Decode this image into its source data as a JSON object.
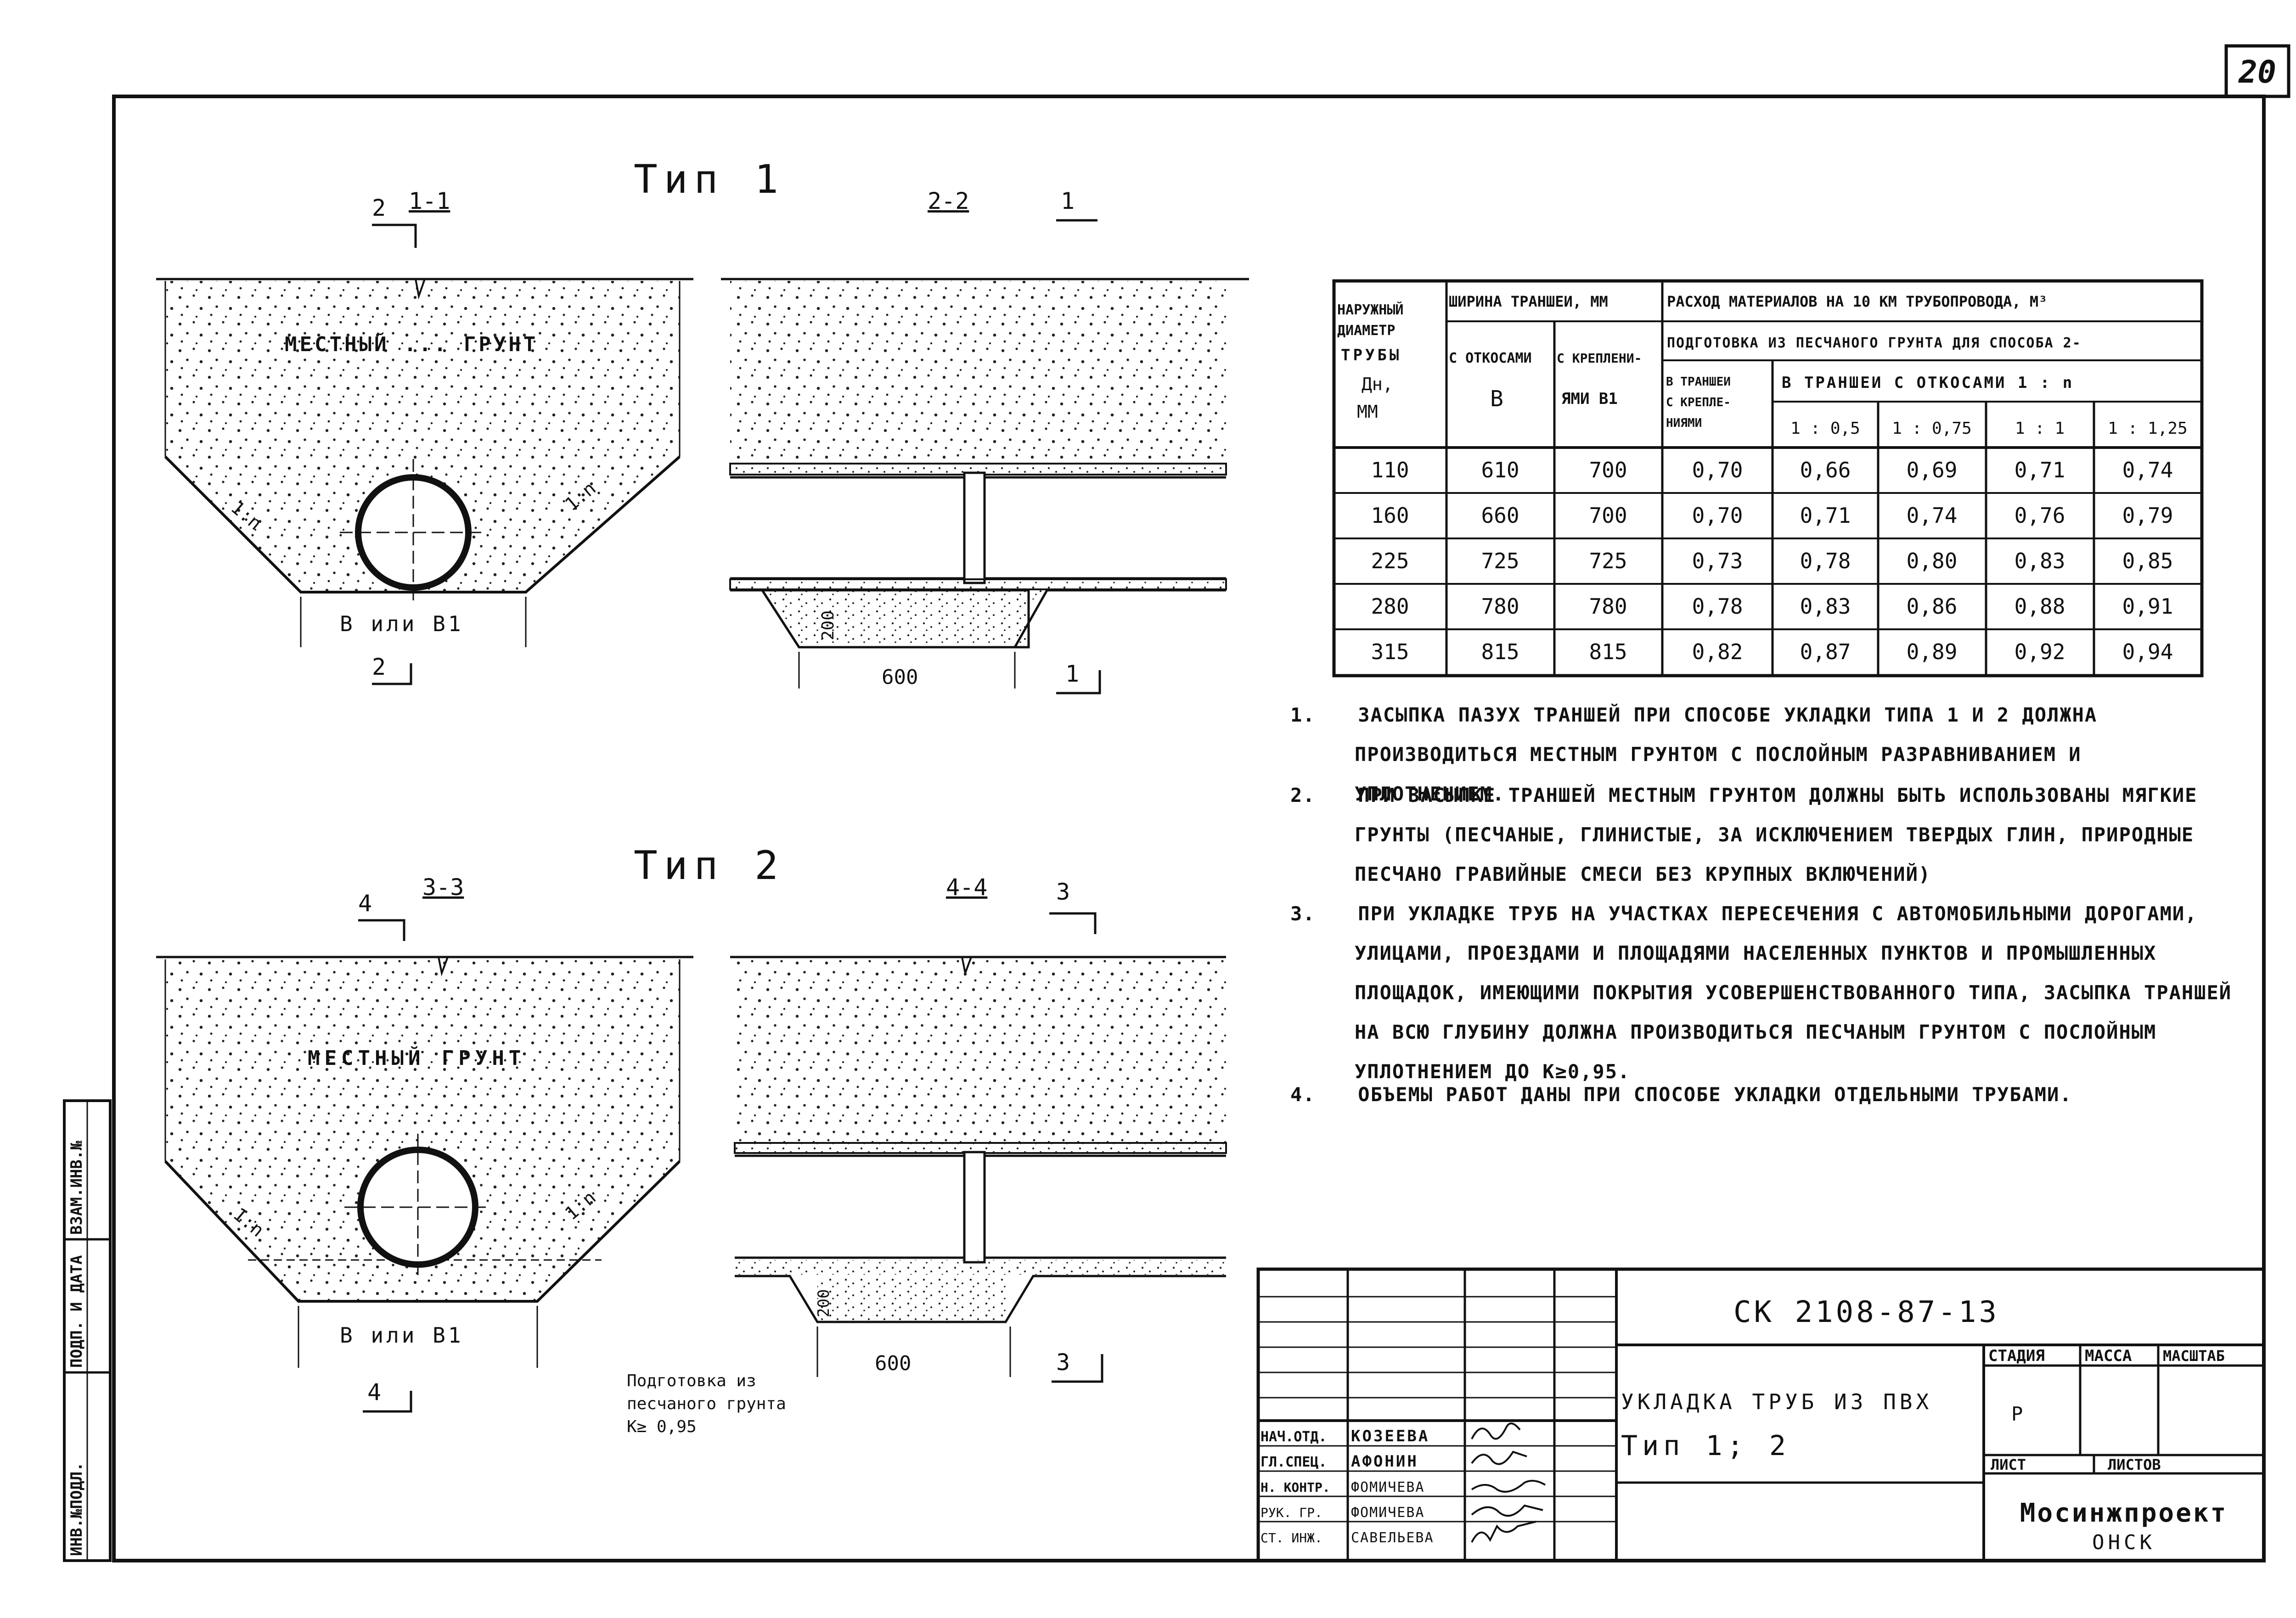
{
  "page_number": "20",
  "type1": {
    "title": "Тип 1",
    "sec11_label": "1-1",
    "sec22_label": "2-2",
    "mark_2": "2",
    "mark_1": "1",
    "soil_label": "МЕСТНЫЙ ... ГРУНТ",
    "slope_left": "1:n",
    "slope_right": "1:n",
    "width_label": "В или В1",
    "dim_200": "200",
    "dim_600": "600"
  },
  "type2": {
    "title": "Тип 2",
    "sec33_label": "3-3",
    "sec44_label": "4-4",
    "mark_4": "4",
    "mark_3": "3",
    "soil_label": "МЕСТНЫЙ ГРУНТ",
    "slope_left": "1:n",
    "slope_right": "1:n",
    "width_label": "В или В1",
    "dim_200": "200",
    "dim_600": "600",
    "prep_note_1": "Подготовка из",
    "prep_note_2": "песчаного грунта",
    "prep_note_3": "К≥ 0,95"
  },
  "table": {
    "h_diam": [
      "НАРУЖНЫЙ",
      "ДИАМЕТР",
      "ТРУБЫ",
      "Дн,",
      "ММ"
    ],
    "h_width": "ШИРИНА ТРАНШЕИ, ММ",
    "h_consumption": "РАСХОД МАТЕРИАЛОВ НА 10 КМ ТРУБОПРОВОДА, М³",
    "h_prep": "ПОДГОТОВКА ИЗ ПЕСЧАНОГО ГРУНТА ДЛЯ СПОСОБА 2-",
    "h_slopes": [
      "С ОТКОСАМИ",
      "В"
    ],
    "h_supports": [
      "С КРЕПЛЕНИ-",
      "ЯМИ В1"
    ],
    "h_trench_sup": [
      "В ТРАНШЕИ",
      "С КРЕПЛЕ-",
      "НИЯМИ"
    ],
    "h_trench_slopes": "В ТРАНШЕИ С ОТКОСАМИ 1 : n",
    "h_ratios": [
      "1 : 0,5",
      "1 : 0,75",
      "1 : 1",
      "1 : 1,25"
    ],
    "rows": [
      [
        "110",
        "610",
        "700",
        "0,70",
        "0,66",
        "0,69",
        "0,71",
        "0,74"
      ],
      [
        "160",
        "660",
        "700",
        "0,70",
        "0,71",
        "0,74",
        "0,76",
        "0,79"
      ],
      [
        "225",
        "725",
        "725",
        "0,73",
        "0,78",
        "0,80",
        "0,83",
        "0,85"
      ],
      [
        "280",
        "780",
        "780",
        "0,78",
        "0,83",
        "0,86",
        "0,88",
        "0,91"
      ],
      [
        "315",
        "815",
        "815",
        "0,82",
        "0,87",
        "0,89",
        "0,92",
        "0,94"
      ]
    ]
  },
  "notes": [
    {
      "num": "1.",
      "text": "Засыпка пазух траншей при способе укладки типа 1 и 2 должна производиться местным грунтом с послойным разравниванием и уплотнением."
    },
    {
      "num": "2.",
      "text": "При засыпке траншей местным грунтом должны быть использованы мягкие грунты (песчаные, глинистые, за исключением твердых глин, природные песчано гравийные смеси без крупных включений)"
    },
    {
      "num": "3.",
      "text": "При укладке труб на участках пересечения с автомобильными дорогами, улицами, проездами и площадями населенных пунктов и промышленных площадок, имеющими покрытия усовершенствованного типа, засыпка траншей на всю глубину должна производиться песчаным грунтом с послойным уплотнением до К≥0,95."
    },
    {
      "num": "4.",
      "text": "Объемы работ даны при способе укладки отдельными трубами."
    }
  ],
  "title_block": {
    "doc_code": "СК 2108-87-13",
    "description_1": "УКЛАДКА ТРУБ ИЗ ПВХ",
    "description_2": "Тип 1; 2",
    "stage_h": "СТАДИЯ",
    "mass_h": "МАССА",
    "scale_h": "МАСШТАБ",
    "stage": "Р",
    "sheet_h": "ЛИСТ",
    "sheets_h": "ЛИСТОВ",
    "org_1": "Мосинжпроект",
    "org_2": "ОНСК",
    "roles": [
      {
        "role": "НАЧ.ОТД.",
        "name": "КОЗЕЕВА"
      },
      {
        "role": "ГЛ.СПЕЦ.",
        "name": "АФОНИН"
      },
      {
        "role": "Н. КОНТР.",
        "name": "ФОМИЧЕВА"
      },
      {
        "role": "РУК. ГР.",
        "name": "ФОМИЧЕВА"
      },
      {
        "role": "СТ. ИНЖ.",
        "name": "САВЕЛЬЕВА"
      }
    ]
  },
  "side_stamp": [
    "ИНВ.№ПОДЛ.",
    "ПОДП. И ДАТА",
    "ВЗАМ.ИНВ.№"
  ]
}
